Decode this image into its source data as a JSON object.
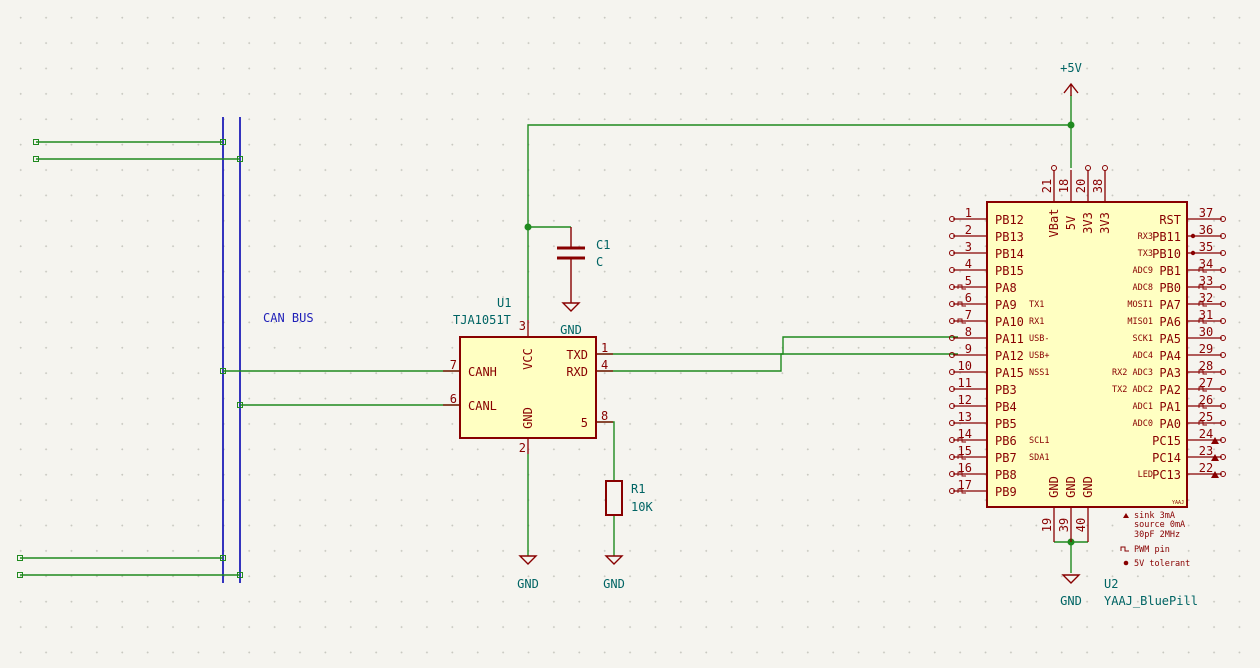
{
  "net_labels": {
    "can_bus": "CAN BUS"
  },
  "power": {
    "vcc": "+5V",
    "gnd": "GND"
  },
  "u1": {
    "ref": "U1",
    "value": "TJA1051T",
    "pin_labels": {
      "vcc": "VCC",
      "gnd": "GND",
      "canh": "CANH",
      "canl": "CANL",
      "txd": "TXD",
      "rxd": "RXD",
      "s": "5"
    },
    "pins": {
      "vcc": "3",
      "gnd": "2",
      "canh": "7",
      "canl": "6",
      "txd": "1",
      "rxd": "4",
      "s": "8"
    }
  },
  "c1": {
    "ref": "C1",
    "value": "C"
  },
  "r1": {
    "ref": "R1",
    "value": "10K"
  },
  "u2": {
    "ref": "U2",
    "value": "YAAJ_BluePill",
    "corner_tag": "YAAJ",
    "left_pins": [
      {
        "num": "1",
        "name": "PB12",
        "fn": ""
      },
      {
        "num": "2",
        "name": "PB13",
        "fn": ""
      },
      {
        "num": "3",
        "name": "PB14",
        "fn": ""
      },
      {
        "num": "4",
        "name": "PB15",
        "fn": ""
      },
      {
        "num": "5",
        "name": "PA8",
        "fn": ""
      },
      {
        "num": "6",
        "name": "PA9",
        "fn": "TX1"
      },
      {
        "num": "7",
        "name": "PA10",
        "fn": "RX1"
      },
      {
        "num": "8",
        "name": "PA11",
        "fn": "USB-"
      },
      {
        "num": "9",
        "name": "PA12",
        "fn": "USB+"
      },
      {
        "num": "10",
        "name": "PA15",
        "fn": "NSS1"
      },
      {
        "num": "11",
        "name": "PB3",
        "fn": ""
      },
      {
        "num": "12",
        "name": "PB4",
        "fn": ""
      },
      {
        "num": "13",
        "name": "PB5",
        "fn": ""
      },
      {
        "num": "14",
        "name": "PB6",
        "fn": "SCL1"
      },
      {
        "num": "15",
        "name": "PB7",
        "fn": "SDA1"
      },
      {
        "num": "16",
        "name": "PB8",
        "fn": ""
      },
      {
        "num": "17",
        "name": "PB9",
        "fn": ""
      }
    ],
    "right_pins": [
      {
        "num": "37",
        "name": "RST",
        "fn": ""
      },
      {
        "num": "36",
        "name": "PB11",
        "fn": "RX3"
      },
      {
        "num": "35",
        "name": "PB10",
        "fn": "TX3"
      },
      {
        "num": "34",
        "name": "PB1",
        "fn": "ADC9"
      },
      {
        "num": "33",
        "name": "PB0",
        "fn": "ADC8"
      },
      {
        "num": "32",
        "name": "PA7",
        "fn": "MOSI1"
      },
      {
        "num": "31",
        "name": "PA6",
        "fn": "MISO1"
      },
      {
        "num": "30",
        "name": "PA5",
        "fn": "SCK1"
      },
      {
        "num": "29",
        "name": "PA4",
        "fn": "ADC4"
      },
      {
        "num": "28",
        "name": "PA3",
        "fn": "RX2 ADC3"
      },
      {
        "num": "27",
        "name": "PA2",
        "fn": "TX2 ADC2"
      },
      {
        "num": "26",
        "name": "PA1",
        "fn": "ADC1"
      },
      {
        "num": "25",
        "name": "PA0",
        "fn": "ADC0"
      },
      {
        "num": "24",
        "name": "PC15",
        "fn": ""
      },
      {
        "num": "23",
        "name": "PC14",
        "fn": ""
      },
      {
        "num": "22",
        "name": "PC13",
        "fn": "LED"
      }
    ],
    "top_pins": [
      {
        "num": "21",
        "name": "VBat"
      },
      {
        "num": "18",
        "name": "5V"
      },
      {
        "num": "20",
        "name": "3V3"
      },
      {
        "num": "38",
        "name": "3V3"
      }
    ],
    "bottom_pins": [
      {
        "num": "19",
        "name": "GND"
      },
      {
        "num": "39",
        "name": "GND"
      },
      {
        "num": "40",
        "name": "GND"
      }
    ],
    "legend": [
      "sink 3mA",
      "source 0mA",
      "30pF 2MHz",
      "PWM pin",
      "5V tolerant"
    ]
  }
}
